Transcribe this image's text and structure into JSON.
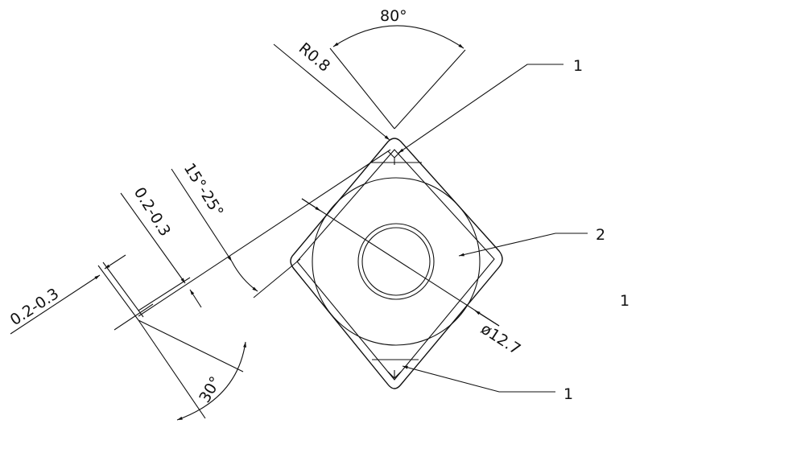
{
  "labels": {
    "angle_top": "80°",
    "radius": "R0.8",
    "leader_top": "1",
    "leader_mid": "2",
    "leader_bottom": "1",
    "figure_number": "1",
    "diameter": "ø12.7",
    "land_width_left": "0.2-0.3",
    "land_width_mid": "0.2-0.3",
    "rake_angle": "15°-25°",
    "angle_bottom": "30°"
  },
  "colors": {
    "line": "#111111",
    "background": "#ffffff"
  }
}
